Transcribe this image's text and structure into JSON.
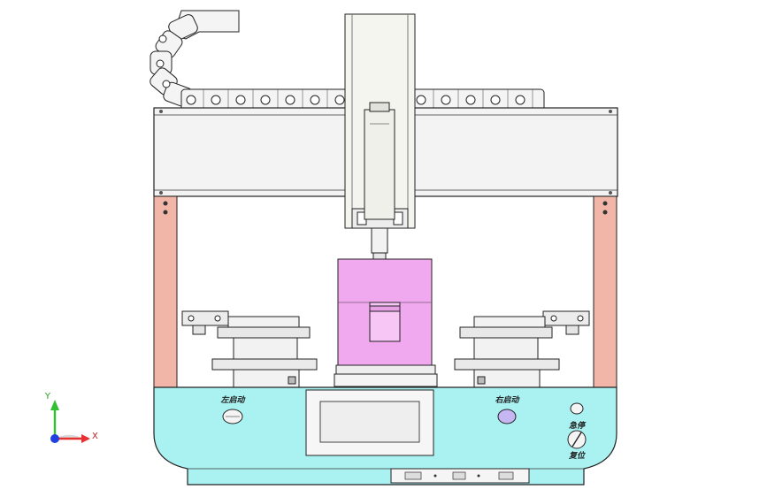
{
  "panel": {
    "left_start": "左启动",
    "right_start": "右启动",
    "emergency_stop": "急停",
    "reset": "复位"
  },
  "triad": {
    "x_axis": "X",
    "y_axis": "Y"
  },
  "colors": {
    "frame_pillar": "#f2b6a8",
    "gantry": "#f3f3f3",
    "spindle_body": "#f0f0ea",
    "work_block": "#f0a8ee",
    "control_panel": "#aaf2f2",
    "screen": "#eeeeee",
    "triad_x": "#e83030",
    "triad_y": "#30c030",
    "triad_z": "#2040e0"
  }
}
